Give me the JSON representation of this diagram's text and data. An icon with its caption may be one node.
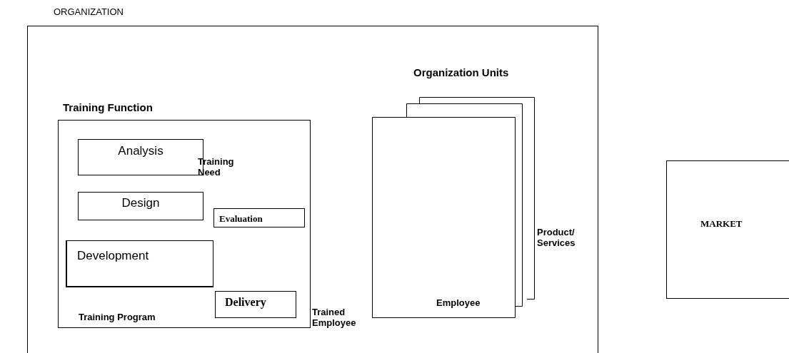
{
  "diagram": {
    "nodes": [
      {
        "text": [
          "ORGANIZATION"
        ]
      },
      {
        "text": [
          "Training Function",
          "Training Program"
        ],
        "in": 0
      },
      {
        "text": [
          "Analysis"
        ],
        "in": 1
      },
      {
        "text": [
          "Design"
        ],
        "in": 1
      },
      {
        "text": [
          "Evaluation"
        ],
        "in": 1
      },
      {
        "text": [
          "Development"
        ],
        "in": 1
      },
      {
        "text": [
          "Delivery"
        ],
        "in": 1
      },
      {
        "text": [
          "Organization Units",
          "Employee"
        ],
        "in": 0
      },
      {
        "text": [
          "MARKET"
        ]
      }
    ],
    "labels": [
      "Training Need",
      "Product/ Services",
      "Trained Employee"
    ]
  }
}
